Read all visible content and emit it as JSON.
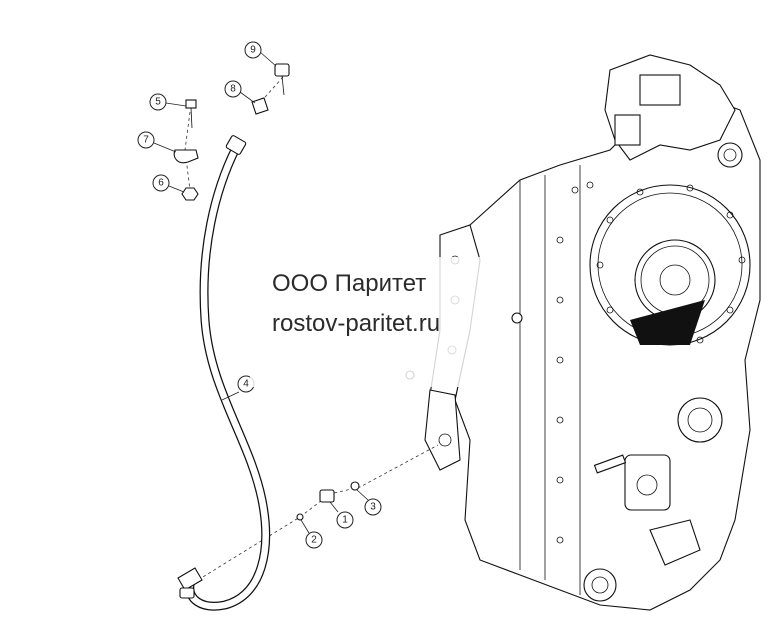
{
  "watermark": {
    "company": "ООО Паритет",
    "website": "rostov-paritet.ru"
  },
  "callouts": {
    "c1": "1",
    "c2": "2",
    "c3": "3",
    "c4": "4",
    "c5": "5",
    "c6": "6",
    "c7": "7",
    "c8": "8",
    "c9": "9"
  }
}
